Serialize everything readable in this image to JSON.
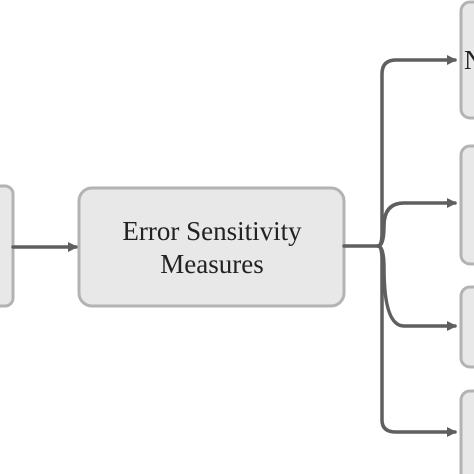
{
  "diagram": {
    "center_node": {
      "line1": "Error Sensitivity",
      "line2": "Measures"
    },
    "right_top_node": {
      "visible_letter": "N"
    }
  },
  "colors": {
    "box_fill": "#e8e8e8",
    "box_border": "#b3b3b3",
    "connector": "#5f5f5f",
    "text": "#222222"
  }
}
